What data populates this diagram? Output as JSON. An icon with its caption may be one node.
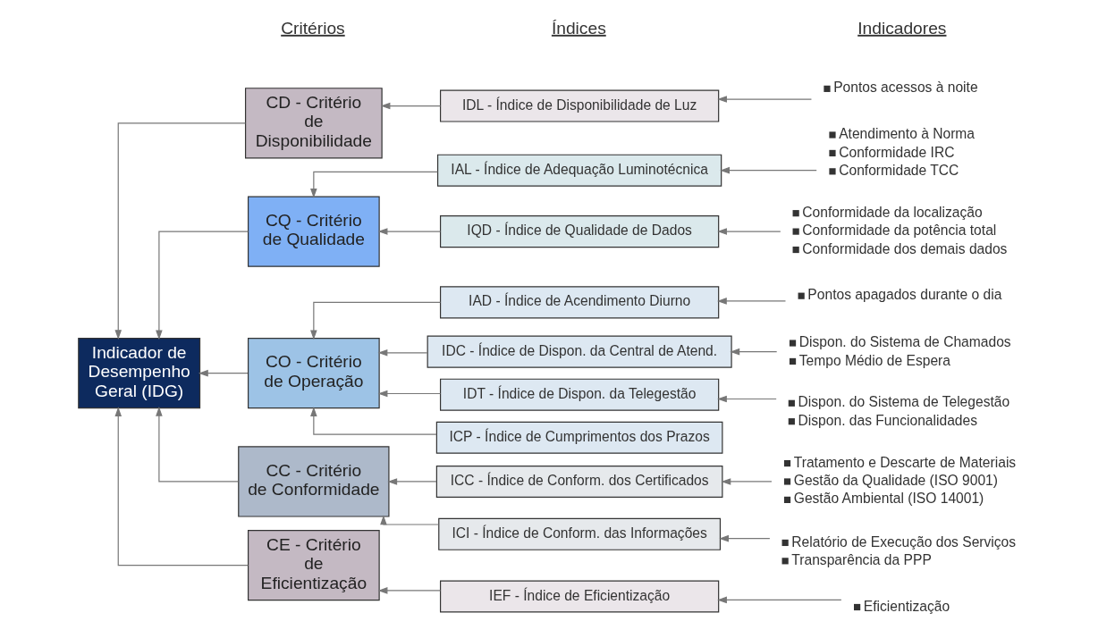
{
  "diagram": {
    "nodes": [
      {
        "text": [
          "Indicador de Desempenho Geral (IDG)"
        ]
      },
      {
        "text": [
          "CD - Critério de Disponibilidade"
        ]
      },
      {
        "text": [
          "CQ - Critério de Qualidade"
        ]
      },
      {
        "text": [
          "CO - Critério de Operação"
        ]
      },
      {
        "text": [
          "CC - Critério de Conformidade"
        ]
      },
      {
        "text": [
          "CE - Critério de Eficientização"
        ]
      },
      {
        "text": [
          "IDL - Índice de Disponibilidade de Luz"
        ]
      },
      {
        "text": [
          "IAL - Índice de Adequação Luminotécnica"
        ]
      },
      {
        "text": [
          "IQD - Índice de Qualidade de Dados"
        ]
      },
      {
        "text": [
          "IAD - Índice de Acendimento Diurno"
        ]
      },
      {
        "text": [
          "IDC - Índice de Dispon. da Central de Atend."
        ]
      },
      {
        "text": [
          "IDT - Índice de Dispon. da Telegestão"
        ]
      },
      {
        "text": [
          "ICP - Índice de Cumprimentos dos Prazos"
        ]
      },
      {
        "text": [
          "ICC - Índice de Conform. dos Certificados"
        ]
      },
      {
        "text": [
          "ICI - Índice de Conform. das Informações"
        ]
      },
      {
        "text": [
          "IEF - Índice de Eficientização"
        ]
      },
      {
        "text": [
          "Pontos acessos à noite"
        ]
      },
      {
        "text": [
          "Atendimento à Norma",
          "Conformidade IRC",
          "Conformidade TCC"
        ]
      },
      {
        "text": [
          "Conformidade da localização",
          "Conformidade da potência total",
          "Conformidade dos demais dados"
        ]
      },
      {
        "text": [
          "Pontos apagados durante o dia"
        ]
      },
      {
        "text": [
          "Dispon. do Sistema de Chamados",
          "Tempo Médio de Espera"
        ]
      },
      {
        "text": [
          "Dispon. do Sistema de Telegestão",
          "Dispon. das Funcionalidades"
        ]
      },
      {
        "text": [
          "Tratamento e Descarte de Materiais",
          "Gestão da Qualidade (ISO 9001)",
          "Gestão Ambiental (ISO 14001)"
        ]
      },
      {
        "text": [
          "Relatório de Execução dos Serviços",
          "Transparência da PPP"
        ]
      },
      {
        "text": [
          "Eficientização"
        ]
      }
    ],
    "edges": [
      {
        "from": 1,
        "to": 0,
        "arrow": "to"
      },
      {
        "from": 2,
        "to": 0,
        "arrow": "to"
      },
      {
        "from": 3,
        "to": 0,
        "arrow": "to"
      },
      {
        "from": 4,
        "to": 0,
        "arrow": "to"
      },
      {
        "from": 5,
        "to": 0,
        "arrow": "to"
      },
      {
        "from": 6,
        "to": 1,
        "arrow": "to"
      },
      {
        "from": 7,
        "to": 2,
        "arrow": "to"
      },
      {
        "from": 8,
        "to": 2,
        "arrow": "to"
      },
      {
        "from": 9,
        "to": 3,
        "arrow": "to"
      },
      {
        "from": 10,
        "to": 3,
        "arrow": "to"
      },
      {
        "from": 11,
        "to": 3,
        "arrow": "to"
      },
      {
        "from": 12,
        "to": 3,
        "arrow": "to"
      },
      {
        "from": 13,
        "to": 4,
        "arrow": "to"
      },
      {
        "from": 14,
        "to": 4,
        "arrow": "to"
      },
      {
        "from": 15,
        "to": 5,
        "arrow": "to"
      },
      {
        "from": 16,
        "to": 6,
        "arrow": "to"
      },
      {
        "from": 17,
        "to": 7,
        "arrow": "to"
      },
      {
        "from": 18,
        "to": 8,
        "arrow": "to"
      },
      {
        "from": 19,
        "to": 9,
        "arrow": "to"
      },
      {
        "from": 20,
        "to": 10,
        "arrow": "to"
      },
      {
        "from": 21,
        "to": 11,
        "arrow": "to"
      },
      {
        "from": 22,
        "to": 13,
        "arrow": "to"
      },
      {
        "from": 23,
        "to": 14,
        "arrow": "to"
      },
      {
        "from": 24,
        "to": 15,
        "arrow": "to"
      }
    ],
    "labels": [
      "Critérios",
      "Índices",
      "Indicadores"
    ]
  }
}
